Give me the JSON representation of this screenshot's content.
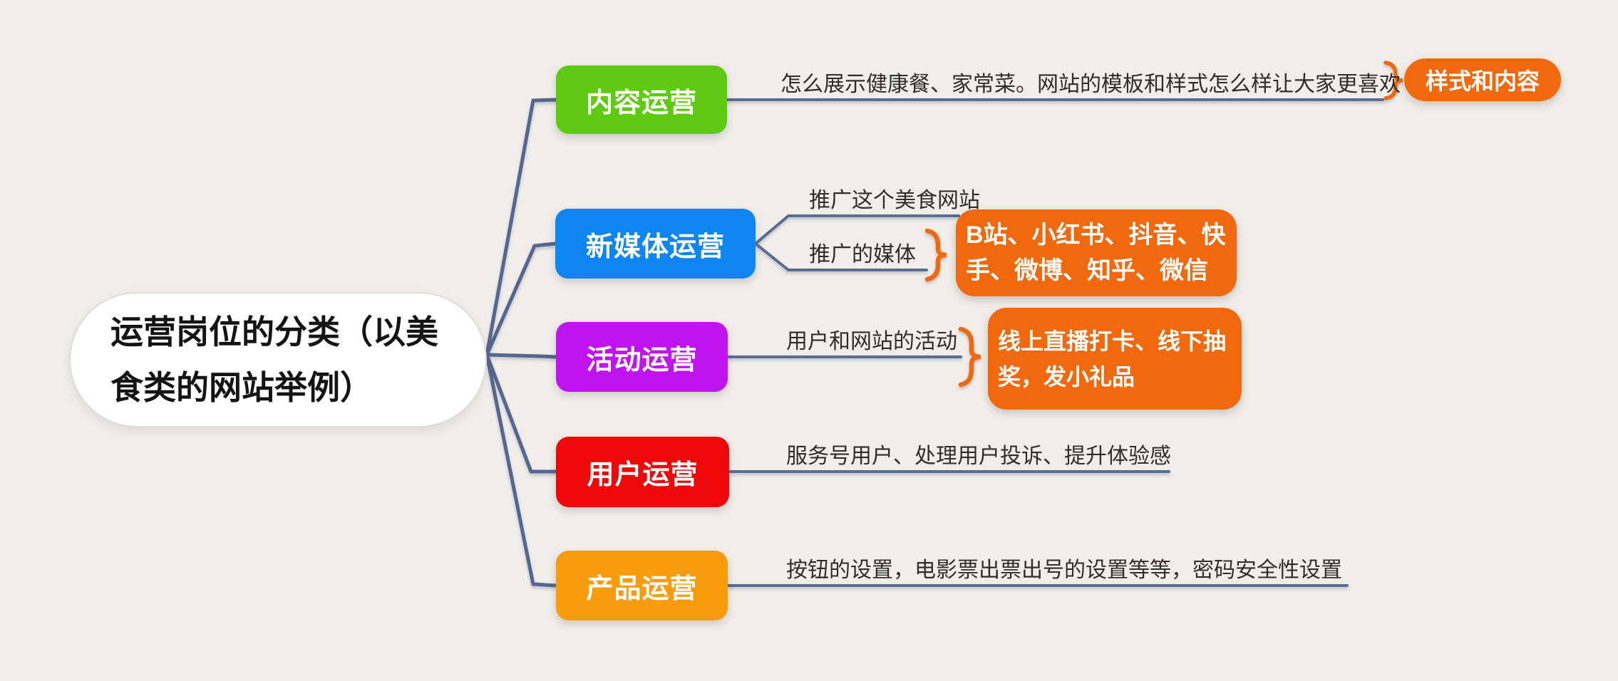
{
  "canvas": {
    "background": "#f1eeea",
    "main_line_color": "#55678e",
    "sub_line_color": "#5c6d92",
    "accent_orange": "#f2690d",
    "note_text_color": "#2e2e2e"
  },
  "root": {
    "label": "运营岗位的分类（以美食类的网站举例）"
  },
  "branches": [
    {
      "label": "内容运营",
      "color": "#5ecb12",
      "note": "怎么展示健康餐、家常菜。网站的模板和样式怎么样让大家更喜欢",
      "child": "样式和内容"
    },
    {
      "label": "新媒体运营",
      "color": "#0d86f1",
      "subtopics": [
        {
          "note": "推广这个美食网站"
        },
        {
          "note": "推广的媒体",
          "child": "B站、小红书、抖音、快手、微博、知乎、微信"
        }
      ]
    },
    {
      "label": "活动运营",
      "color": "#c013f0",
      "note": "用户和网站的活动",
      "child": "线上直播打卡、线下抽奖，发小礼品"
    },
    {
      "label": "用户运营",
      "color": "#ee0808",
      "note": "服务号用户、处理用户投诉、提升体验感"
    },
    {
      "label": "产品运营",
      "color": "#f89c0e",
      "note": "按钮的设置，电影票出票出号的设置等等，密码安全性设置"
    }
  ]
}
